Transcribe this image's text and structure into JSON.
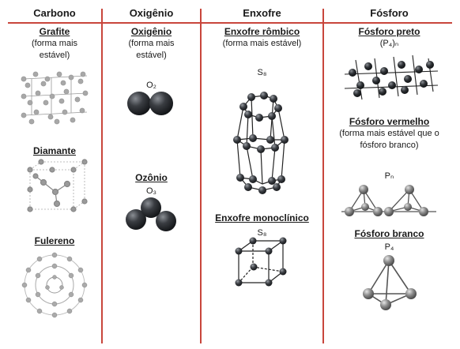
{
  "columns": [
    {
      "header": "Carbono"
    },
    {
      "header": "Oxigênio"
    },
    {
      "header": "Enxofre"
    },
    {
      "header": "Fósforo"
    }
  ],
  "carbono": {
    "grafite": {
      "name": "Grafite",
      "note": "(forma mais estável)"
    },
    "diamante": {
      "name": "Diamante"
    },
    "fulereno": {
      "name": "Fulereno"
    }
  },
  "oxigenio": {
    "oxigenio": {
      "name": "Oxigênio",
      "note": "(forma mais estável)",
      "formula": "O₂"
    },
    "ozonio": {
      "name": "Ozônio",
      "formula": "O₃"
    }
  },
  "enxofre": {
    "rombico": {
      "name": "Enxofre rômbico",
      "note": "(forma mais estável)",
      "formula": "S₈"
    },
    "monoclinico": {
      "name": "Enxofre monoclínico",
      "formula": "S₈"
    }
  },
  "fosforo": {
    "preto": {
      "name": "Fósforo preto",
      "formula": "(P₄)ₙ"
    },
    "vermelho": {
      "name": "Fósforo vermelho",
      "note": "(forma mais estável que o fósforo branco)",
      "formula": "Pₙ"
    },
    "branco": {
      "name": "Fósforo branco",
      "formula": "P₄"
    }
  },
  "colors": {
    "divider": "#c8463c",
    "atom_dark": "#3a3d42",
    "atom_gray": "#8a8a8a"
  }
}
